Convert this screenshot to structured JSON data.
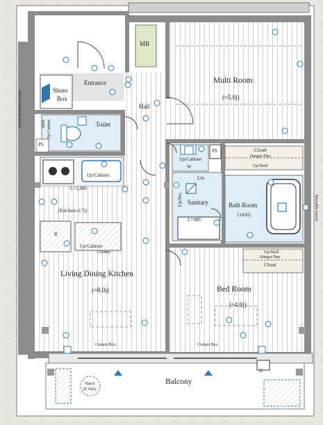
{
  "rooms": {
    "entrance": "Entrance",
    "shoes_box": [
      "Shoes",
      "Box"
    ],
    "mb": "MB",
    "multi_room": "Multi Room",
    "multi_room_area": "(≈5.0j)",
    "hall": "Hall",
    "toilet": "Toilet",
    "ps": "PS",
    "up_cabinet_toilet": "Up/Cabinet",
    "shelf": "Shelf",
    "w": "W",
    "up_cabinet_wash": "Up/Cabinet",
    "ps_closet": "PS",
    "closet_top": "Closet",
    "hanger_pipe_top": "Hanger Pipe",
    "up_shelf_top": "Up/Shelf",
    "kitchen_l": "L=1,800",
    "up_cabinet_kitchen": "Up/Cabinet",
    "kitchen_area": "(Kitchen≈2.7j)",
    "lin": "Lin.",
    "up_sto": "Up/Sto.",
    "sanitary": "Sanitary",
    "sanitary_l": "L=900",
    "bath_room": "Bath Room",
    "bath_size": "(1416)",
    "r_mark": "R",
    "up_cabinet_counter": "Up/Cabinet",
    "counter": "Counter",
    "up_shelf_bottom": "Up/Shelf",
    "hanger_pipe_bottom": "Hanger Pipe",
    "closet_bottom": "Closet",
    "ldk": "Living Dining Kitchen",
    "ldk_area": "(≈8.0j)",
    "bed_room": "Bed Room",
    "bed_room_area": "(≈4.0j)",
    "curtain_box_left": "Curtain Box",
    "curtain_box_right": "Curtain Box",
    "hatch": [
      "Hatch",
      "2F Only"
    ],
    "balcony": "Balcony",
    "sound_sheet": "Sound insulation sheet",
    "movable_louver": "Movable louver",
    "g_mark": "G"
  },
  "colors": {
    "wall": "#8c8c8c",
    "wall_dark": "#6f6f6f",
    "floor": "#ffffff",
    "wet_area": "#dfeef6",
    "icon": "#2f78b8",
    "closet": "#f3efe6",
    "background": "#e9e6e1"
  }
}
